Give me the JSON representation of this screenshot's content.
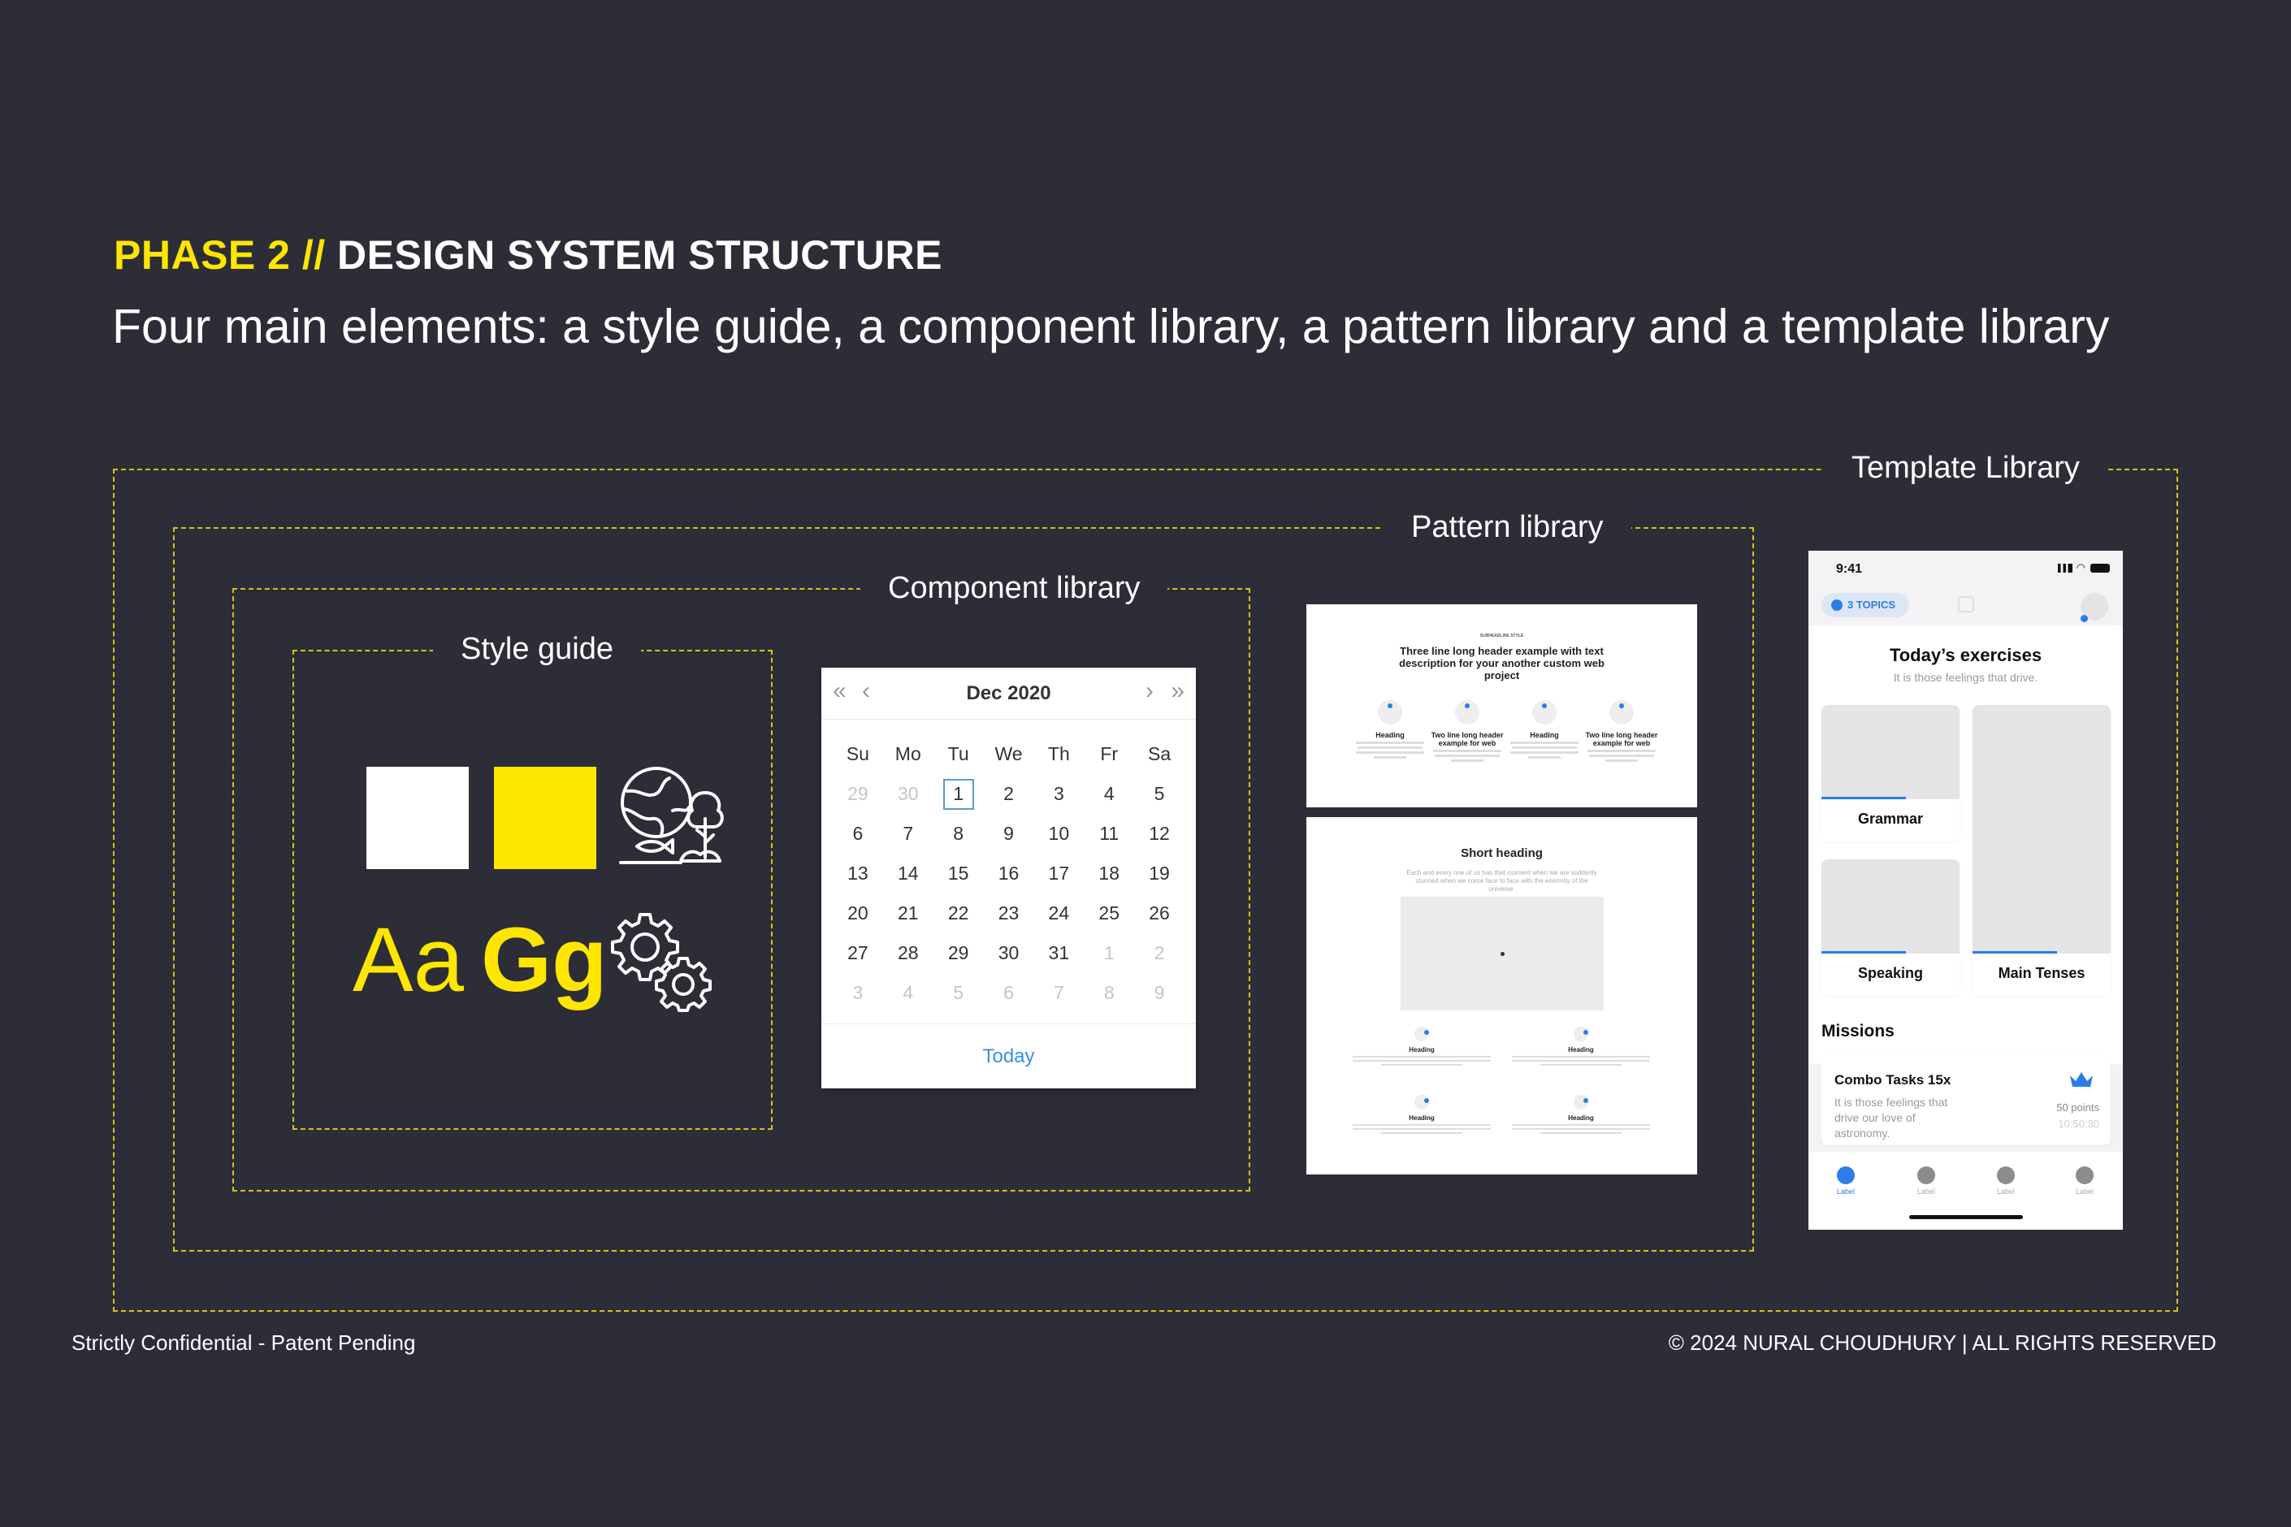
{
  "header": {
    "phase": "PHASE 2 //",
    "title": "DESIGN SYSTEM STRUCTURE",
    "subtitle": "Four main elements: a style guide, a component library, a pattern library and a template library"
  },
  "frames": {
    "template": "Template Library",
    "pattern": "Pattern library",
    "component": "Component library",
    "style": "Style guide"
  },
  "style_guide": {
    "swatches": [
      "#ffffff",
      "#ffe600"
    ],
    "type_regular": "Aa",
    "type_bold": "Gg",
    "icons": [
      "globe-nature-icon",
      "gears-icon"
    ]
  },
  "calendar": {
    "title": "Dec 2020",
    "weekdays": [
      "Su",
      "Mo",
      "Tu",
      "We",
      "Th",
      "Fr",
      "Sa"
    ],
    "days": [
      [
        "29",
        "30",
        "1",
        "2",
        "3",
        "4",
        "5"
      ],
      [
        "6",
        "7",
        "8",
        "9",
        "10",
        "11",
        "12"
      ],
      [
        "13",
        "14",
        "15",
        "16",
        "17",
        "18",
        "19"
      ],
      [
        "20",
        "21",
        "22",
        "23",
        "24",
        "25",
        "26"
      ],
      [
        "27",
        "28",
        "29",
        "30",
        "31",
        "1",
        "2"
      ],
      [
        "3",
        "4",
        "5",
        "6",
        "7",
        "8",
        "9"
      ]
    ],
    "today": "Today",
    "selected_day": "1"
  },
  "pattern_top": {
    "eyebrow": "SUBHEADLINE STYLE",
    "title": "Three line long header example with text description for your another custom web project",
    "items": [
      "Heading",
      "Two line long header example for web",
      "Heading",
      "Two line long header example for web"
    ]
  },
  "pattern_bottom": {
    "title": "Short heading",
    "desc": "Each and every one of us has that moment when we are suddenly stunned when we come face to face with the enormity of the universe.",
    "items": [
      "Heading",
      "Heading",
      "Heading",
      "Heading"
    ]
  },
  "phone": {
    "time": "9:41",
    "topics": "3 TOPICS",
    "exercises_title": "Today’s exercises",
    "exercises_sub": "It is those feelings that drive.",
    "cards": [
      "Grammar",
      "Speaking",
      "Main Tenses"
    ],
    "missions_title": "Missions",
    "mission": {
      "name": "Combo Tasks 15x",
      "desc": "It is those feelings that drive our love of astronomy.",
      "points": "50 points",
      "time": "10:50:30"
    },
    "tabs": [
      "Label",
      "Label",
      "Label",
      "Label"
    ]
  },
  "footer": {
    "left": "Strictly Confidential - Patent Pending",
    "right": "© 2024 NURAL CHOUDHURY | ALL RIGHTS RESERVED"
  },
  "colors": {
    "background": "#2c2d37",
    "accent": "#ffe600",
    "frame": "#d6c21a",
    "blue": "#2b7de9"
  }
}
